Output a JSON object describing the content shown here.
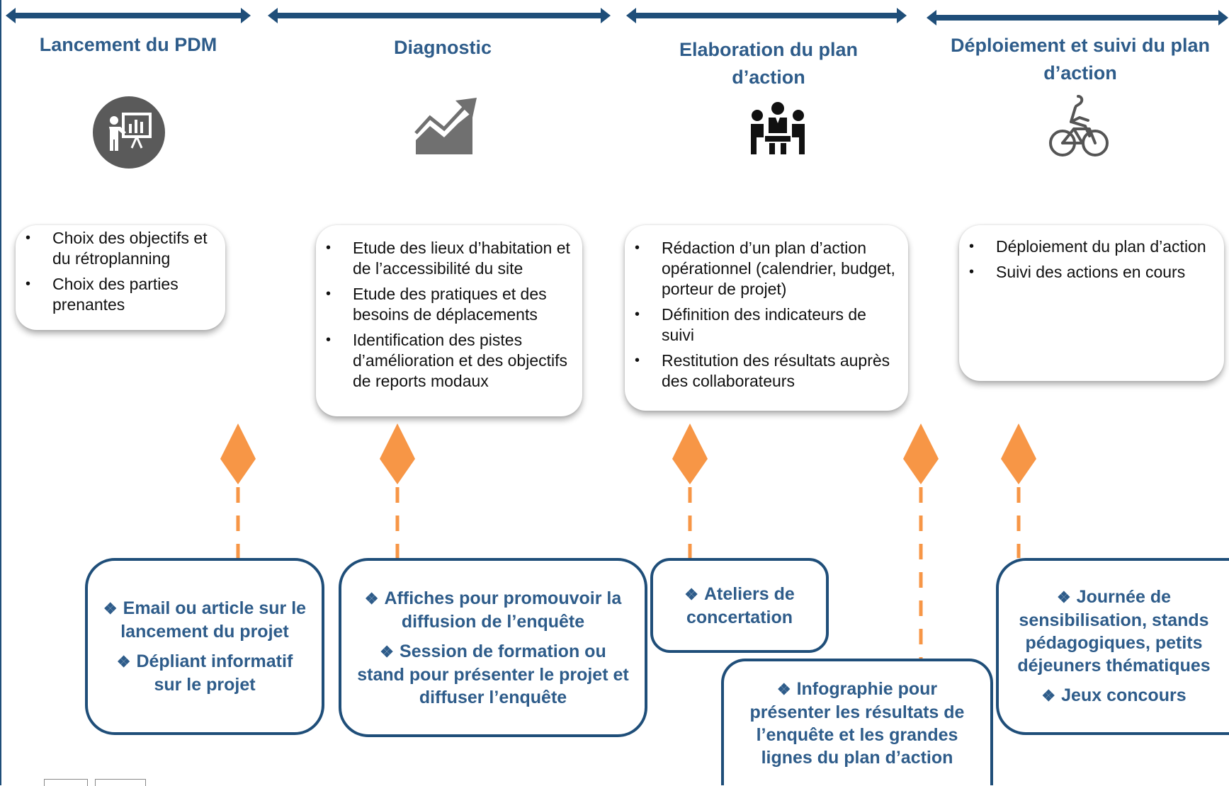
{
  "phases": [
    {
      "title": "Lancement du PDM",
      "icon": "presentation-board-icon",
      "tasks": [
        "Choix des objectifs et du rétroplanning",
        "Choix des parties prenantes"
      ],
      "communication": [
        "Email ou article sur le lancement du projet",
        "Dépliant informatif sur le projet"
      ]
    },
    {
      "title": "Diagnostic",
      "icon": "growth-chart-icon",
      "tasks": [
        "Etude des lieux d’habitation et de l’accessibilité du site",
        "Etude des pratiques et des besoins de déplacements",
        "Identification des pistes d’amélioration et des objectifs de reports modaux"
      ],
      "communication": [
        "Affiches pour promouvoir la diffusion de l’enquête",
        "Session de formation ou stand pour présenter le projet et diffuser l’enquête"
      ]
    },
    {
      "title": "Elaboration du plan d’action",
      "icon": "meeting-people-icon",
      "tasks": [
        "Rédaction d’un plan d’action opérationnel (calendrier, budget, porteur de projet)",
        "Définition des indicateurs de suivi",
        "Restitution des résultats auprès des collaborateurs"
      ],
      "communication": [
        "Ateliers de concertation"
      ],
      "communication_extra": [
        "Infographie pour présenter les résultats de l’enquête et les grandes lignes du plan d’action"
      ]
    },
    {
      "title": "Déploiement et suivi du plan d’action",
      "icon": "bicycle-icon",
      "tasks": [
        "Déploiement du plan d’action",
        "Suivi des actions en cours"
      ],
      "communication": [
        "Journée de sensibilisation, stands pédagogiques, petits déjeuners thématiques",
        "Jeux concours"
      ]
    }
  ],
  "colors": {
    "arrow": "#1f4e79",
    "title": "#2e5c8a",
    "milestone": "#f79646",
    "box_border": "#1f4e79"
  }
}
